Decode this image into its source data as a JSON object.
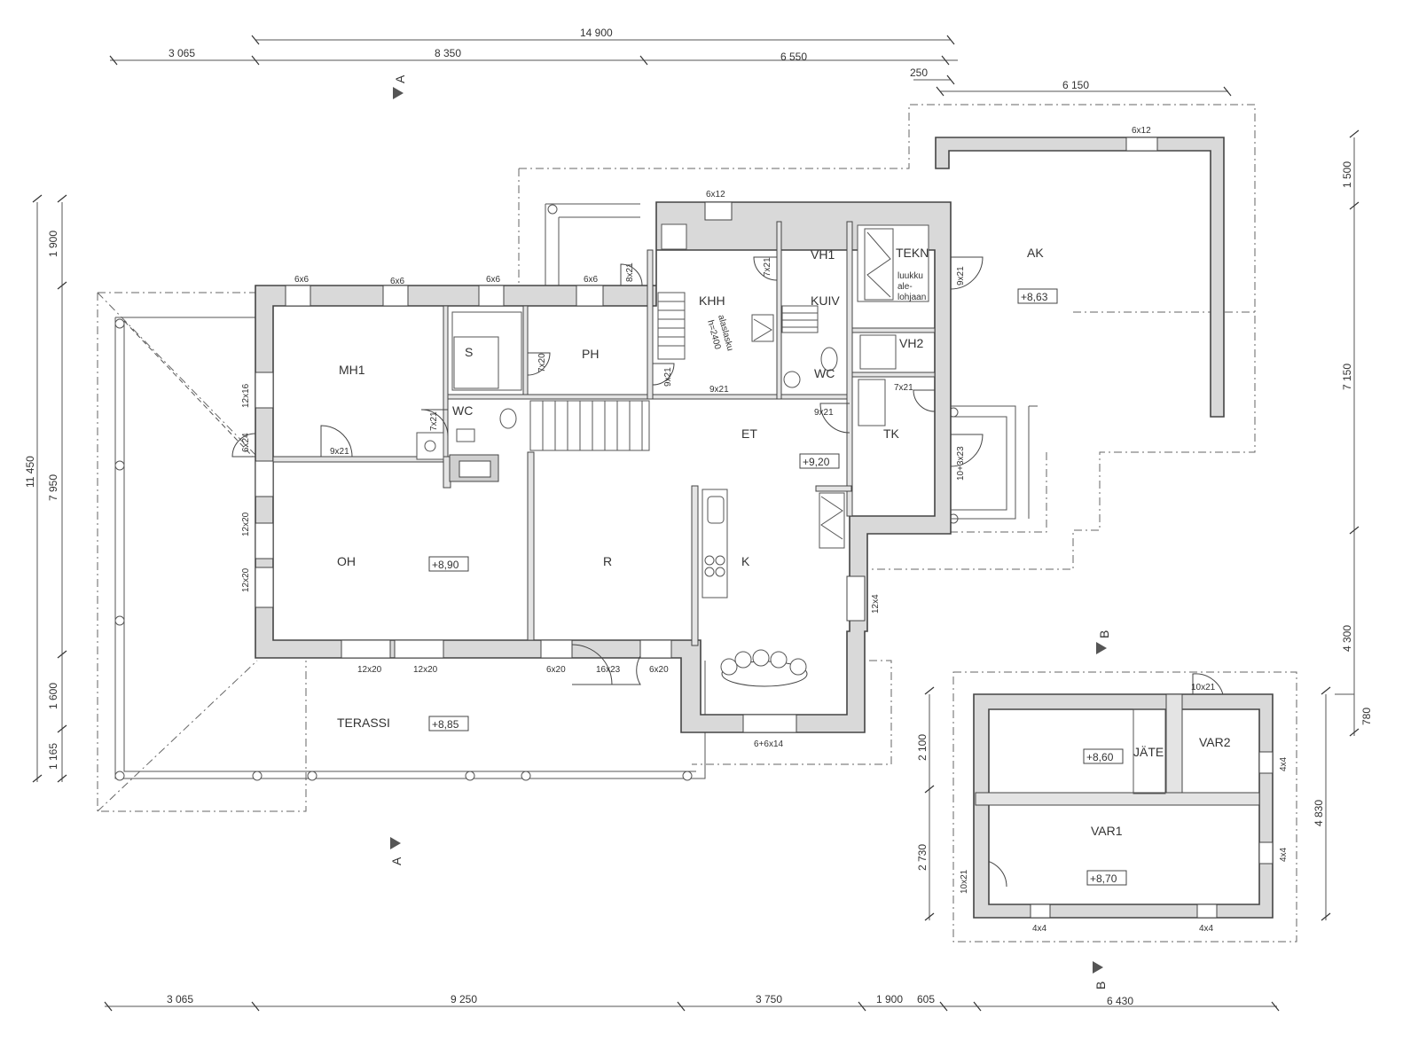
{
  "rooms": {
    "mh1": "MH1",
    "oh": "OH",
    "r": "R",
    "k": "K",
    "et": "ET",
    "tk": "TK",
    "s": "S",
    "ph": "PH",
    "wc1": "WC",
    "wc2": "WC",
    "khh": "KHH",
    "vh1": "VH1",
    "vh2": "VH2",
    "kuiv": "KUIV",
    "tekn": "TEKN",
    "ak": "AK",
    "terassi": "TERASSI",
    "var1": "VAR1",
    "var2": "VAR2",
    "jate": "JÄTE"
  },
  "levels": {
    "oh": "+8,90",
    "et": "+9,20",
    "ak": "+8,63",
    "terassi": "+8,85",
    "storage": "+8,60",
    "var1": "+8,70"
  },
  "notes": {
    "tekn_1": "luukku",
    "tekn_2": "ale-",
    "tekn_3": "lohjaan",
    "stair_1": "alaslasku",
    "stair_2": "h=2400"
  },
  "openings": {
    "w6x6_a": "6x6",
    "w6x6_b": "6x6",
    "w6x6_c": "6x6",
    "w6x6_d": "6x6",
    "w6x12_a": "6x12",
    "w6x12_b": "6x12",
    "d8x21": "8x21",
    "d9x21_tekn": "9x21",
    "d7x21_khh": "7x21",
    "d7x20_s": "7x20",
    "d9x21_khh_a": "9x21",
    "d9x21_khh_b": "9x21",
    "d9x21_et": "9x21",
    "d7x21_vh2": "7x21",
    "d7x21_wc": "7x21",
    "d9x21_mh1": "9x21",
    "w12x16": "12x16",
    "d6x24": "6x24",
    "w12x20_a": "12x20",
    "w12x20_b": "12x20",
    "w12x20_c": "12x20",
    "w12x20_d": "12x20",
    "w6x20_a": "6x20",
    "d16x23": "16x23",
    "w6x20_b": "6x20",
    "w12x4": "12x4",
    "w6x6x14": "6+6x14",
    "d10x3x23": "10+3x23",
    "d10x21_var2": "10x21",
    "d10x21_var1": "10x21",
    "w4x4_a": "4x4",
    "w4x4_b": "4x4",
    "w4x4_c": "4x4",
    "w4x4_d": "4x4"
  },
  "dimensions": {
    "top_total": "14 900",
    "top_left": "3 065",
    "top_mid": "8 350",
    "top_right": "6 550",
    "top_250": "250",
    "top_garage": "6 150",
    "bottom_1": "3 065",
    "bottom_2": "9 250",
    "bottom_3": "3 750",
    "bottom_4": "1 900",
    "bottom_5": "605",
    "bottom_6": "6 430",
    "left_total": "11 450",
    "left_1": "1 900",
    "left_2": "7 950",
    "left_3": "1 600",
    "left_4": "1 165",
    "right_1": "1 500",
    "right_2": "7 150",
    "right_3": "4 300",
    "right_4": "780",
    "right_5": "4 830",
    "store_1": "2 100",
    "store_2": "2 730"
  },
  "sections": {
    "a_top": "A",
    "a_bottom": "A",
    "b_top": "B",
    "b_bottom": "B"
  }
}
